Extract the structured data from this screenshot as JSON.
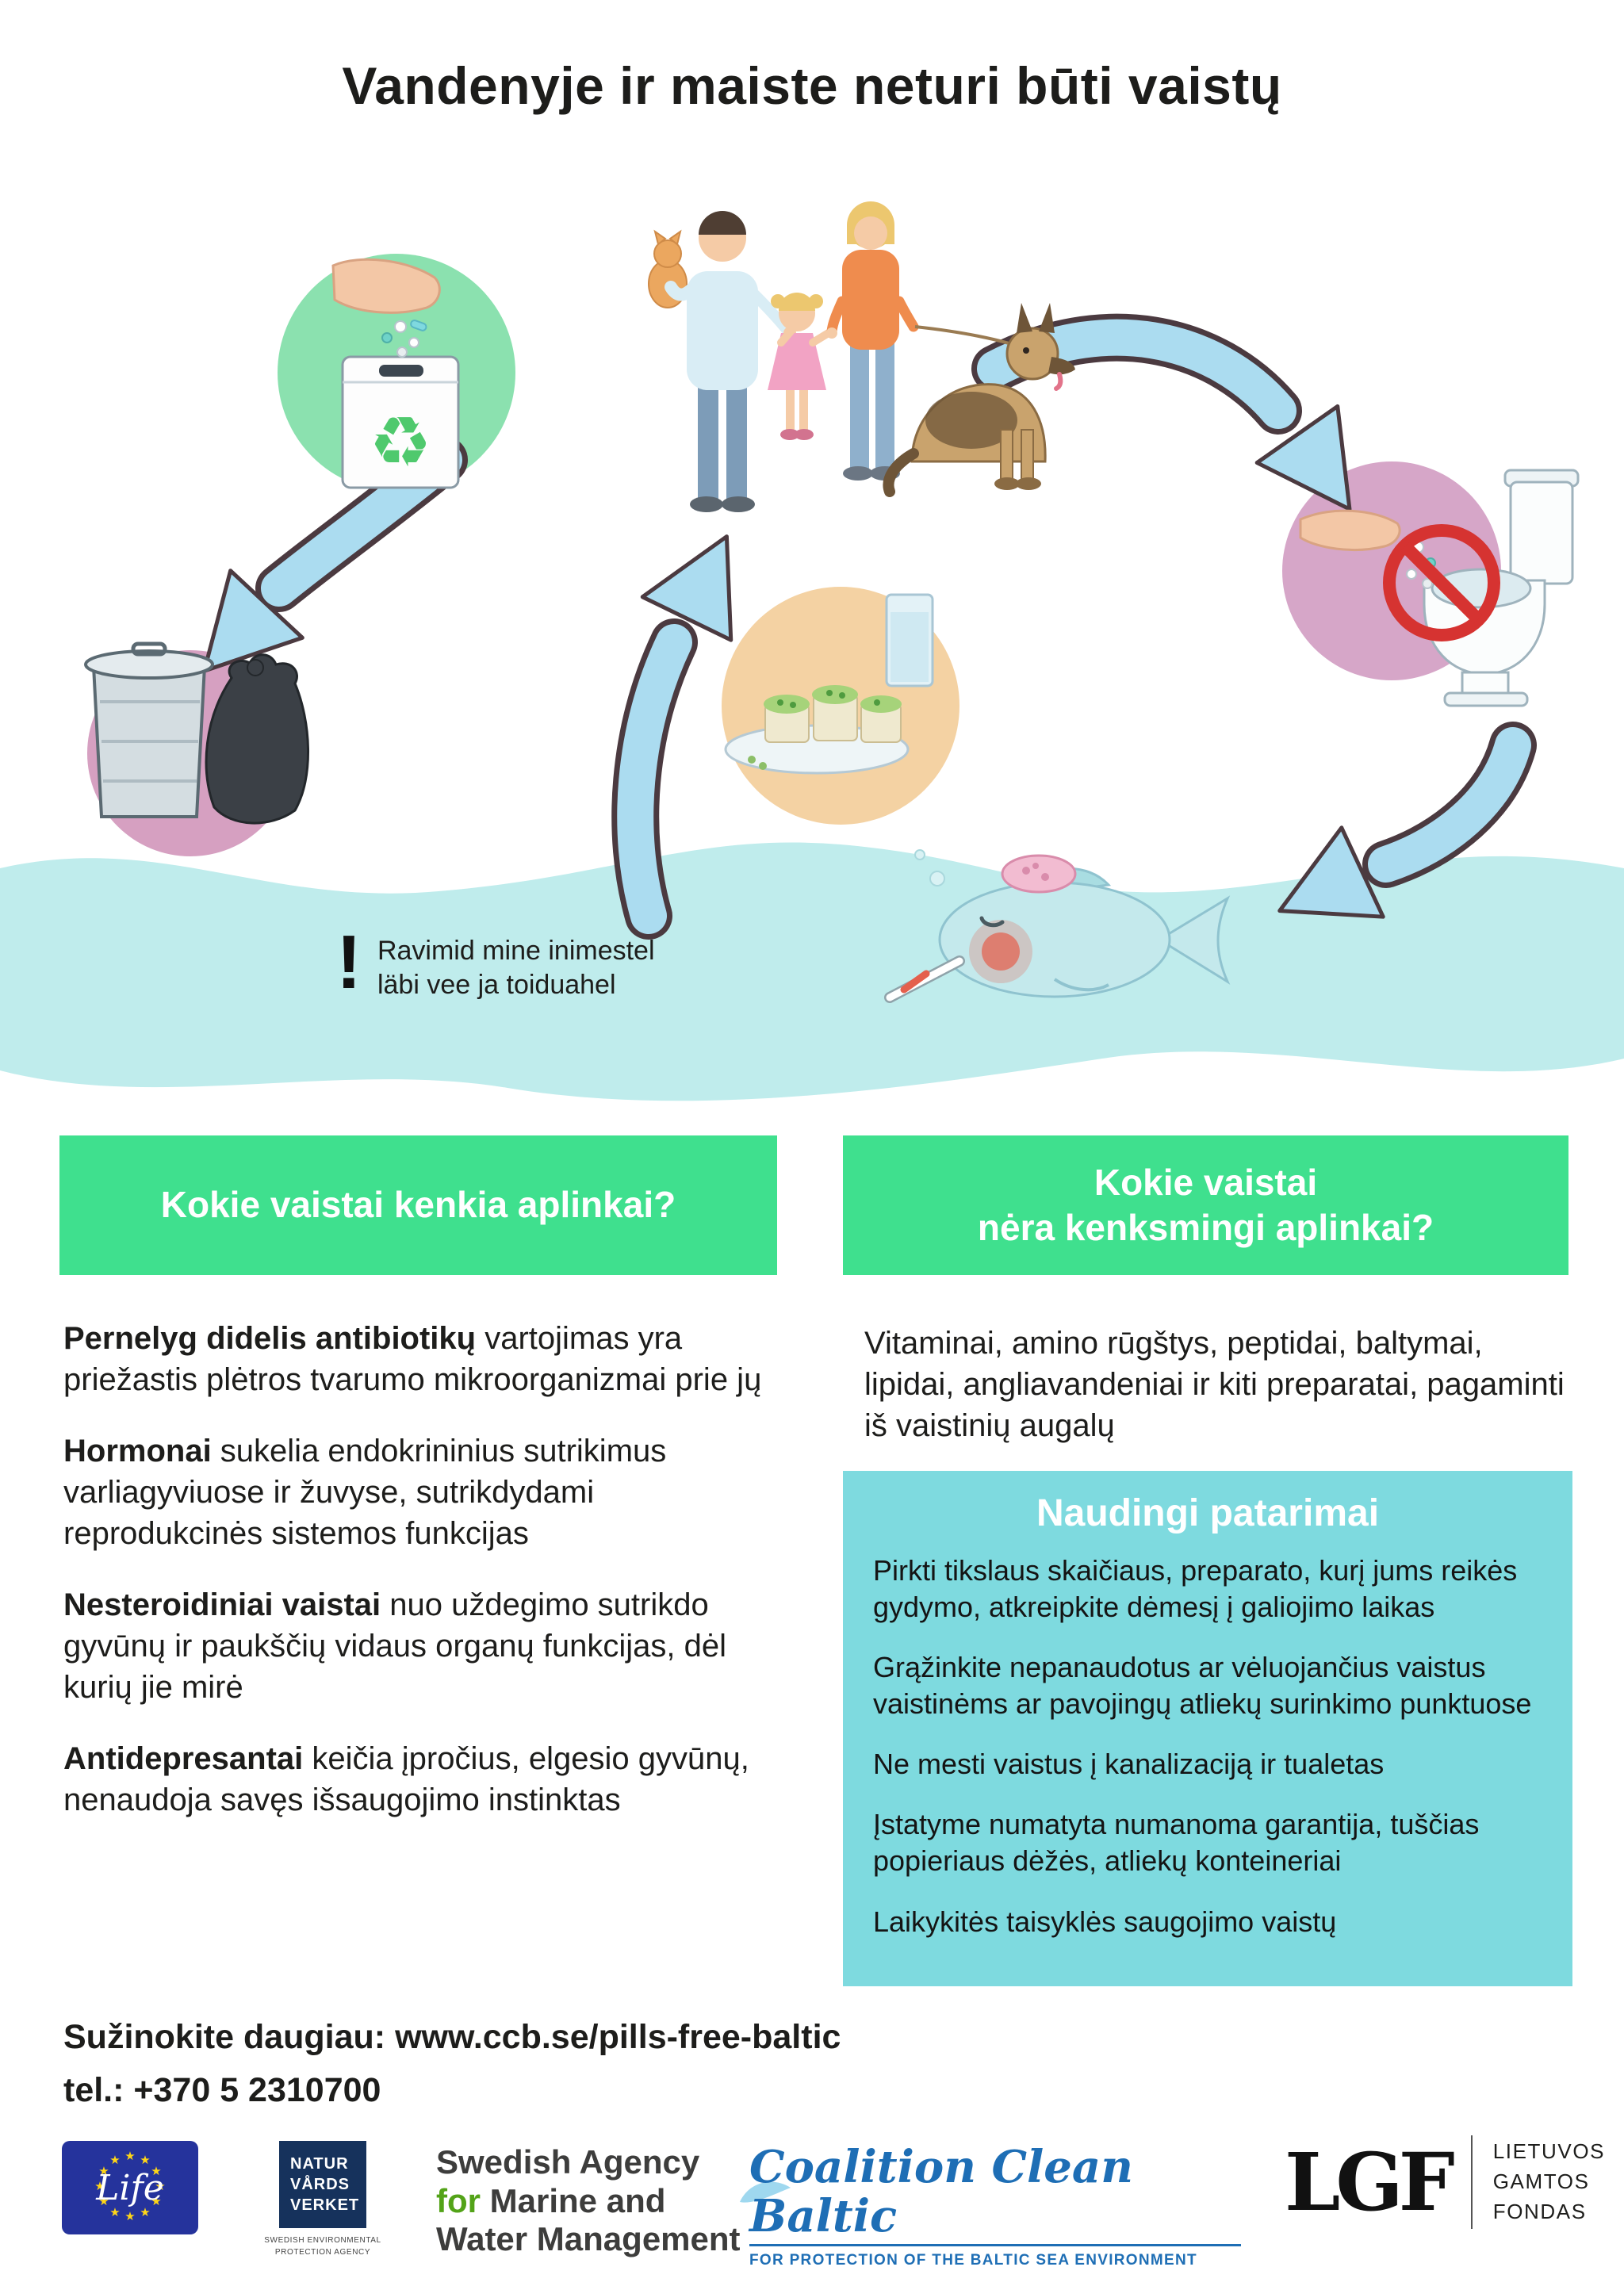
{
  "title": "Vandenyje ir maiste neturi būti vaistų",
  "note": {
    "mark": "!",
    "line1": "Ravimid mine inimestel",
    "line2": "läbi vee ja toiduahel"
  },
  "sections": {
    "left": {
      "header": "Kokie vaistai kenkia aplinkai?",
      "paragraphs": [
        {
          "lead": "Pernelyg didelis antibiotikų",
          "text": " vartojimas yra priežastis plėtros tvarumo mikroorganizmai prie jų"
        },
        {
          "lead": "Hormonai",
          "text": " sukelia endokrininius sutrikimus varliagyviuose ir žuvyse, sutrikdydami reprodukcinės sistemos funkcijas"
        },
        {
          "lead": "Nesteroidiniai vaistai",
          "text": " nuo uždegimo sutrikdo gyvūnų ir paukščių vidaus organų funkcijas, dėl kurių jie mirė"
        },
        {
          "lead": "Antidepresantai",
          "text": " keičia įpročius, elgesio gyvūnų, nenaudoja savęs išsaugojimo instinktas"
        }
      ]
    },
    "right": {
      "header_line1": "Kokie vaistai",
      "header_line2": "nėra kenksmingi aplinkai?",
      "intro": "Vitaminai, amino rūgštys, peptidai, baltymai, lipidai, angliavandeniai ir kiti preparatai, pagaminti iš vaistinių augalų",
      "tips_header": "Naudingi patarimai",
      "tips": [
        "Pirkti tikslaus skaičiaus, preparato, kurį jums reikės gydymo, atkreipkite dėmesį į galiojimo laikas",
        "Grąžinkite nepanaudotus ar vėluojančius vaistus vaistinėms ar pavojingų atliekų surinkimo punktuose",
        "Ne mesti vaistus į kanalizaciją ir tualetas",
        "Įstatyme numatyta numanoma garantija, tuščias popieriaus dėžės, atliekų konteineriai",
        "Laikykitės taisyklės saugojimo vaistų"
      ]
    }
  },
  "footer": {
    "more_info": "Sužinokite daugiau: www.ccb.se/pills-free-baltic",
    "phone": "tel.: +370 5 2310700"
  },
  "logos": {
    "eu_life": {
      "label": "Life"
    },
    "naturvardsverket": {
      "line1": "NATUR",
      "line2": "VÅRDS",
      "line3": "VERKET",
      "sub1": "SWEDISH ENVIRONMENTAL",
      "sub2": "PROTECTION AGENCY"
    },
    "swam": {
      "line1": "Swedish Agency",
      "line2_accent": "for",
      "line2_rest": " Marine and",
      "line3": "Water Management"
    },
    "ccb": {
      "name": "Coalition Clean Baltic",
      "subtitle": "FOR PROTECTION OF THE BALTIC SEA ENVIRONMENT"
    },
    "lgf": {
      "monogram": "LGF",
      "line1": "LIETUVOS",
      "line2": "GAMTOS",
      "line3": "FONDAS"
    }
  },
  "icons": {
    "recycle": "♻"
  },
  "colors": {
    "header_green": "#3fe08e",
    "tips_teal": "#7edadf",
    "wave_cyan": "#bfecec",
    "arrow_blue": "#abdcf0",
    "arrow_outline": "#4b3a40",
    "prohibition_red": "#d63331",
    "circle_green": "#8be1af",
    "circle_pink": "#d6a0c1",
    "circle_tan": "#f4d2a3",
    "ccb_blue": "#1e6eb5",
    "swam_green": "#53a318"
  }
}
